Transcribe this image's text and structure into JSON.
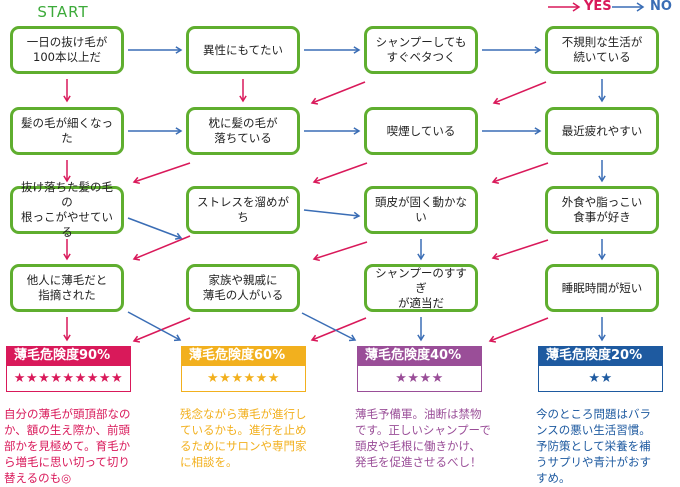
{
  "start_label": "START",
  "legend": {
    "yes": "YES",
    "no": "NO"
  },
  "colors": {
    "yes": "#d9195a",
    "no": "#3a6db5",
    "box_border": "#5fae2f",
    "start": "#3daa3a"
  },
  "questions": {
    "q1": "一日の抜け毛が\n100本以上だ",
    "q2": "異性にもてたい",
    "q3": "シャンプーしても\nすぐベタつく",
    "q4": "不規則な生活が\n続いている",
    "q5": "髪の毛が細くなった",
    "q6": "枕に髪の毛が\n落ちている",
    "q7": "喫煙している",
    "q8": "最近疲れやすい",
    "q9": "抜け落ちた髪の毛の\n根っこがやせている",
    "q10": "ストレスを溜めがち",
    "q11": "頭皮が固く動かない",
    "q12": "外食や脂っこい\n食事が好き",
    "q13": "他人に薄毛だと\n指摘された",
    "q14": "家族や親戚に\n薄毛の人がいる",
    "q15": "シャンプーのすすぎ\nが適当だ",
    "q16": "睡眠時間が短い"
  },
  "results": [
    {
      "title": "薄毛危険度90%",
      "stars": "★★★★★★★★★",
      "color": "#d9195a",
      "text": "自分の薄毛が頭頂部なの\nか、額の生え際か、前頭\n部かを見極めて。育毛か\nら増毛に思い切って切り\n替えるのも◎"
    },
    {
      "title": "薄毛危険度60%",
      "stars": "★★★★★★",
      "color": "#f2b01e",
      "text": "残念ながら薄毛が進行し\nているかも。進行を止め\nるためにサロンや専門家\nに相談を。"
    },
    {
      "title": "薄毛危険度40%",
      "stars": "★★★★",
      "color": "#9a4e98",
      "text": "薄毛予備軍。油断は禁物\nです。正しいシャンプーで\n頭皮や毛根に働きかけ、\n発毛を促進させるべし！"
    },
    {
      "title": "薄毛危険度20%",
      "stars": "★★",
      "color": "#1e5aa0",
      "text": "今のところ問題はバラ\nンスの悪い生活習慣。\n予防策として栄養を補\nうサプリや青汁がおす\nすめ。"
    }
  ]
}
